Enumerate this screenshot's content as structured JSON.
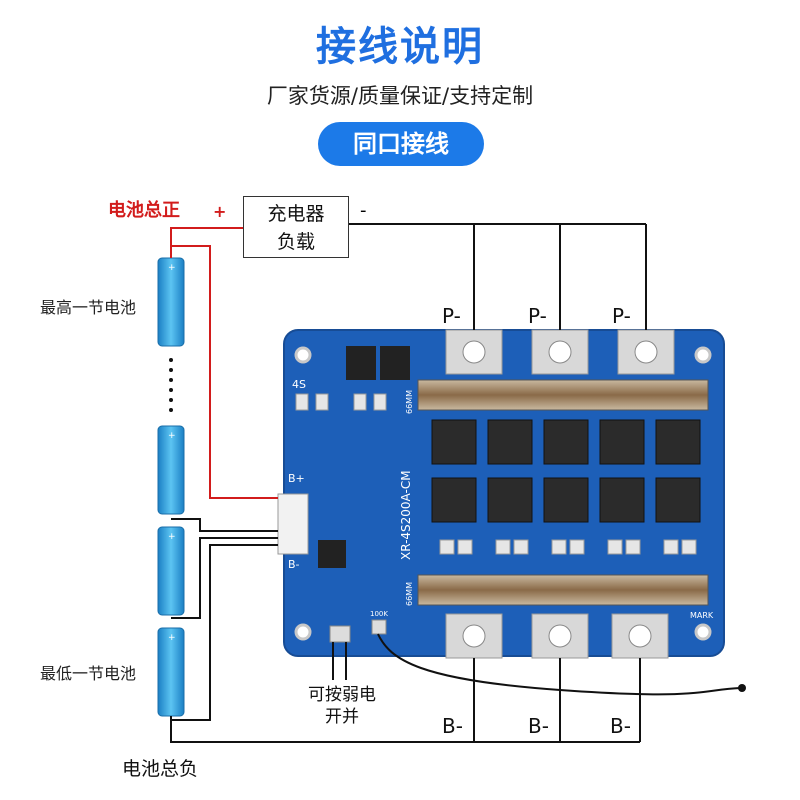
{
  "header": {
    "title": "接线说明",
    "subtitle": "厂家货源/质量保证/支持定制",
    "mode_pill": "同口接线"
  },
  "labels": {
    "battery_total_positive": "电池总正",
    "plus_sign": "+",
    "minus_sign": "-",
    "charger_line1": "充电器",
    "charger_line2": "负载",
    "highest_cell": "最高一节电池",
    "lowest_cell": "最低一节电池",
    "battery_total_negative": "电池总负",
    "switch_line1": "可按弱电",
    "switch_line2": "开并",
    "p_minus": [
      "P-",
      "P-",
      "P-"
    ],
    "b_minus": [
      "B-",
      "B-",
      "B-"
    ]
  },
  "board": {
    "model": "XR-4S200A-CM",
    "series": "4S",
    "size_label": "66MM",
    "b_plus": "B+",
    "b_minus": "B-",
    "mark": "MARK",
    "ntc": "100K"
  },
  "colors": {
    "accent": "#1f6fe0",
    "pcb": "#1d5fb8",
    "battery": "#2aa3e0",
    "wire_red": "#d21c1c",
    "wire_black": "#111111"
  }
}
